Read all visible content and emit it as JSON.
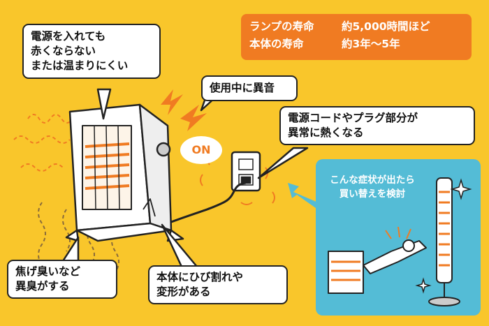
{
  "info_box": {
    "lamp_key": "ランプの寿命",
    "lamp_value": "約5,000時間ほど",
    "body_key": "本体の寿命",
    "body_value": "約3年〜5年"
  },
  "bubbles": {
    "power_line1": "電源を入れても",
    "power_line2": "赤くならない",
    "power_line3": "または温まりにくい",
    "noise": "使用中に異音",
    "cord_line1": "電源コードやプラグ部分が",
    "cord_line2": "異常に熱くなる",
    "smell_line1": "焦げ臭いなど",
    "smell_line2": "異臭がする",
    "crack_line1": "本体にひび割れや",
    "crack_line2": "変形がある"
  },
  "badge": {
    "on": "ON"
  },
  "replace_panel": {
    "line1": "こんな症状が出たら",
    "line2": "買い替えを検討"
  },
  "colors": {
    "background": "#f9c62b",
    "orange": "#f07b22",
    "panel_blue": "#54bcd6",
    "ink": "#222222"
  },
  "icons": [
    "heater-illustration",
    "spark-icon",
    "outlet-icon",
    "arrow-icon",
    "new-heater-illustration",
    "sparkle-icon"
  ]
}
